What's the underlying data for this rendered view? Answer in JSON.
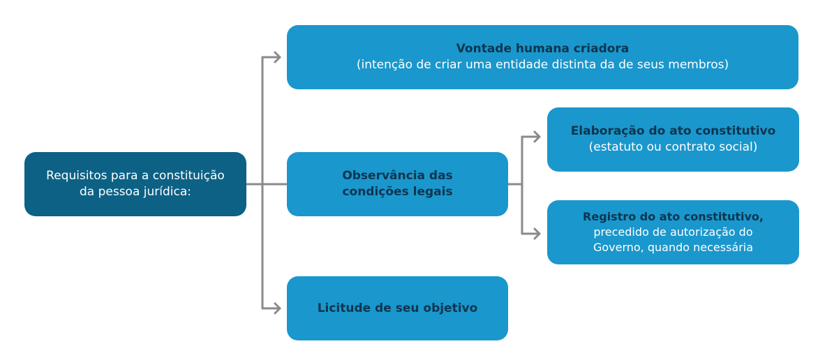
{
  "colors": {
    "root_box": "#0d6185",
    "child_box": "#1a97cc",
    "bold_text": "#0e3550",
    "regular_text": "#ffffff",
    "connector": "#8a8a8a"
  },
  "root": {
    "lines": [
      "Requisitos para a constituição",
      "da pessoa jurídica:"
    ]
  },
  "nodes": {
    "vontade": {
      "title": "Vontade humana criadora",
      "subtitle": "(intenção de criar uma entidade distinta da de seus membros)"
    },
    "observancia": {
      "lines": [
        "Observância das",
        "condições legais"
      ]
    },
    "licitude": {
      "title": "Licitude de seu objetivo"
    },
    "elaboracao": {
      "title": "Elaboração do ato constitutivo",
      "subtitle": "(estatuto ou contrato social)"
    },
    "registro": {
      "lines": [
        "Registro do ato constitutivo,",
        "precedido de autorização do",
        "Governo, quando necessária"
      ]
    }
  }
}
